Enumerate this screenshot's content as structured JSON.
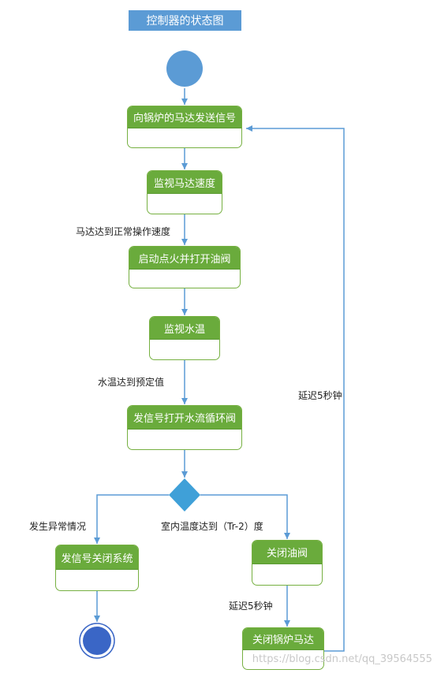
{
  "title": "控制器的状态图",
  "states": {
    "send_signal": "向锅炉的马达发送信号",
    "monitor_motor": "监视马达速度",
    "ignite_open_valve": "启动点火并打开油阀",
    "monitor_water": "监视水温",
    "open_circulation": "发信号打开水流循环阀",
    "shutdown_system": "发信号关闭系统",
    "close_oil_valve": "关闭油阀",
    "close_motor": "关闭锅炉马达"
  },
  "transitions": {
    "motor_reached_speed": "马达达到正常操作速度",
    "water_reached_temp": "水温达到预定值",
    "abnormal": "发生异常情况",
    "room_temp_reached": "室内温度达到（Tr-2）度",
    "delay_close_motor": "延迟5秒钟",
    "delay_loop_back": "延迟5秒钟"
  },
  "colors": {
    "node_blue": "#5b9bd5",
    "state_green": "#6aab3c",
    "arrow_blue": "#5b9bd5"
  },
  "watermark": "https://blog.csdn.net/qq_39564555"
}
